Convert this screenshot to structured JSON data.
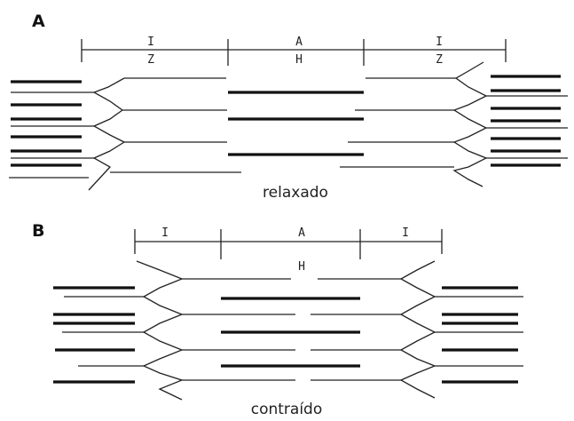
{
  "panels": {
    "relaxed": {
      "letter": "A",
      "band_labels": {
        "i_left": "I",
        "z_left": "Z",
        "a": "A",
        "h": "H",
        "i_right": "I",
        "z_right": "Z"
      },
      "caption": "relaxado"
    },
    "contracted": {
      "letter": "B",
      "band_labels": {
        "i_left": "I",
        "a": "A",
        "h": "H",
        "i_right": "I"
      },
      "caption": "contraído"
    }
  }
}
